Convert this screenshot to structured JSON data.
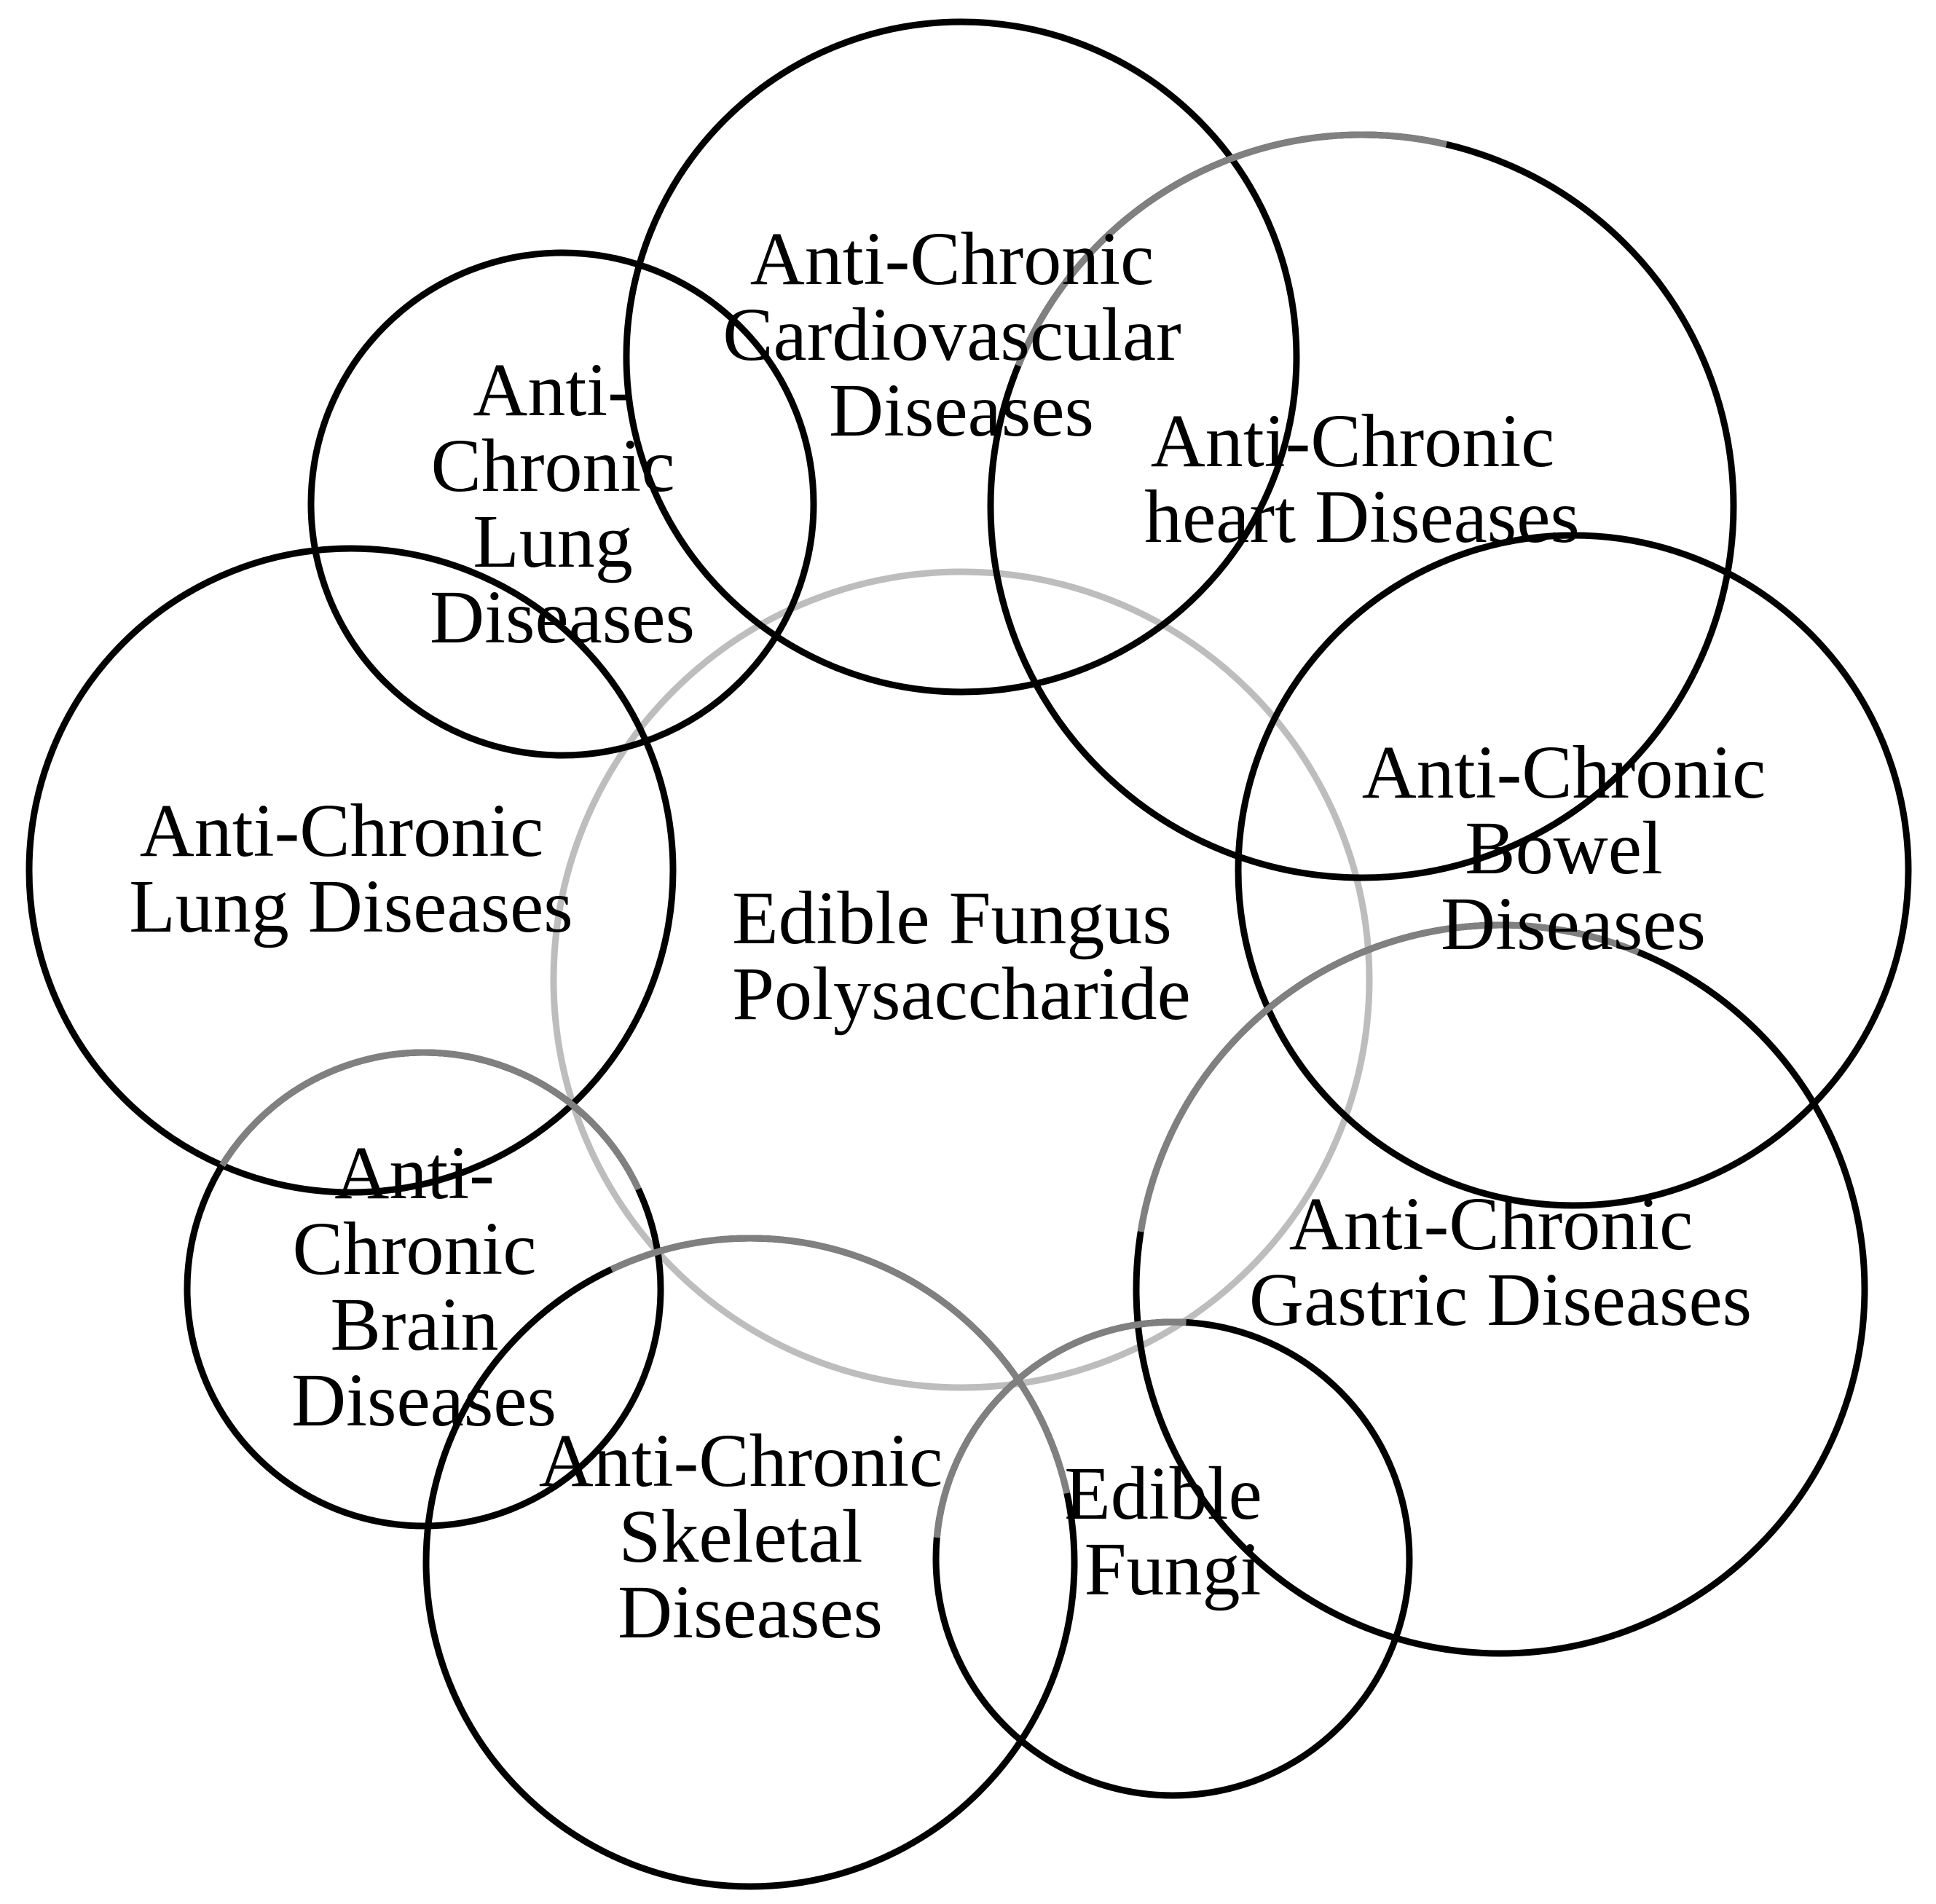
{
  "diagram": {
    "center": {
      "lines": [
        "Edible Fungus",
        "Polysaccharide"
      ]
    },
    "nodes": [
      {
        "id": "cardiovascular",
        "lines": [
          "Anti-Chronic",
          "Cardiovascular",
          "Diseases"
        ]
      },
      {
        "id": "heart",
        "lines": [
          "Anti-Chronic",
          "heart Diseases"
        ]
      },
      {
        "id": "bowel",
        "lines": [
          "Anti-Chronic",
          "Bowel",
          "Diseases"
        ]
      },
      {
        "id": "gastric",
        "lines": [
          "Anti-Chronic",
          "Gastric Diseases"
        ]
      },
      {
        "id": "edible-fungi",
        "lines": [
          "Edible",
          "Fungi"
        ]
      },
      {
        "id": "skeletal",
        "lines": [
          "Anti-Chronic",
          "Skeletal",
          "Diseases"
        ]
      },
      {
        "id": "brain",
        "lines": [
          "Anti-",
          "Chronic",
          "Brain",
          "Diseases"
        ]
      },
      {
        "id": "lung-outer",
        "lines": [
          "Anti-Chronic",
          "Lung Diseases"
        ]
      },
      {
        "id": "lung-upper",
        "lines": [
          "Anti-",
          "Chronic",
          "Lung",
          "Diseases"
        ]
      }
    ]
  }
}
